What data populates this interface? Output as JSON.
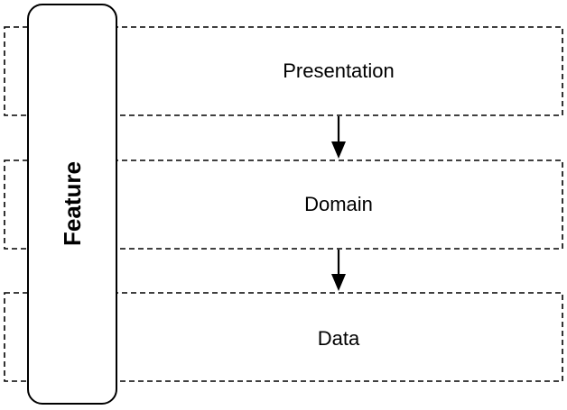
{
  "diagram": {
    "layers": [
      {
        "label": "Presentation"
      },
      {
        "label": "Domain"
      },
      {
        "label": "Data"
      }
    ],
    "feature": {
      "label": "Feature"
    },
    "colors": {
      "stroke": "#000000",
      "background": "#ffffff"
    }
  }
}
